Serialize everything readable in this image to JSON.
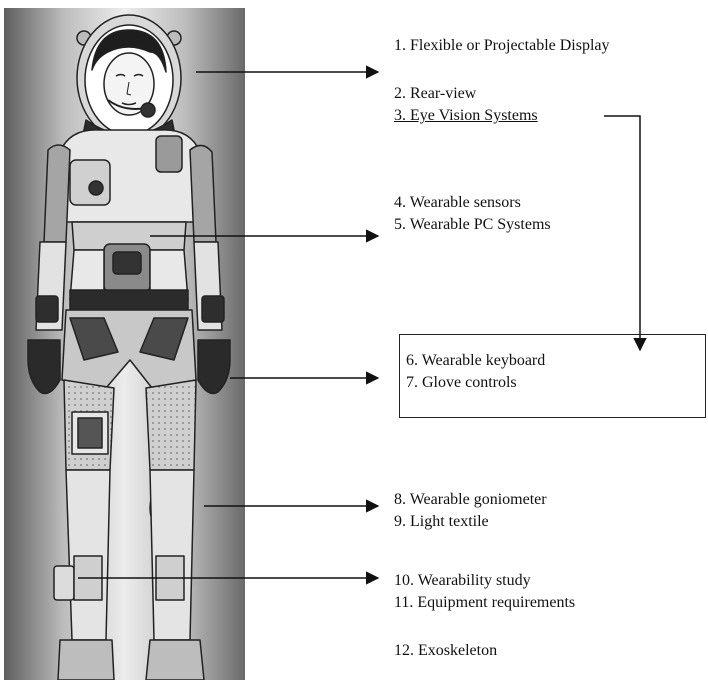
{
  "labels": {
    "l1": "1. Flexible or Projectable Display",
    "l2": "2. Rear-view",
    "l3": "3. Eye Vision Systems",
    "l4": "4. Wearable sensors",
    "l5": "5. Wearable PC Systems",
    "l6": "6. Wearable keyboard",
    "l7": "7. Glove controls",
    "l8": "8. Wearable goniometer",
    "l9": "9. Light textile",
    "l10": "10. Wearability study",
    "l11": "11. Equipment requirements",
    "l12": "12. Exoskeleton"
  },
  "colors": {
    "panel_dark": "#6e6e6e",
    "panel_light": "#e6e6e6",
    "suit_light": "#dcdcdc",
    "suit_mid": "#9a9a9a",
    "suit_dark": "#3a3a3a",
    "line": "#111111"
  }
}
